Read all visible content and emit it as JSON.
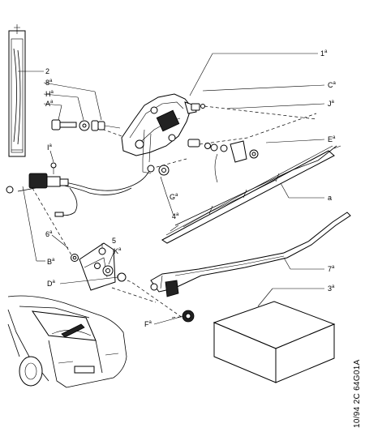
{
  "callouts": {
    "c1a": {
      "base": "1",
      "sup": "a"
    },
    "c2": {
      "base": "2",
      "sup": ""
    },
    "c3a": {
      "base": "3",
      "sup": "a"
    },
    "c4a": {
      "base": "4",
      "sup": "a"
    },
    "c5": {
      "base": "5",
      "sup": ""
    },
    "c6a": {
      "base": "6",
      "sup": "a"
    },
    "c7a": {
      "base": "7",
      "sup": "a"
    },
    "c8a": {
      "base": "8",
      "sup": "a"
    },
    "cA": {
      "base": "A",
      "sup": "a"
    },
    "cB": {
      "base": "B",
      "sup": "a"
    },
    "cC": {
      "base": "C",
      "sup": "a"
    },
    "cD": {
      "base": "D",
      "sup": "a"
    },
    "cE": {
      "base": "E",
      "sup": "a"
    },
    "cF": {
      "base": "F",
      "sup": "a"
    },
    "cG": {
      "base": "G",
      "sup": "a"
    },
    "cH": {
      "base": "H",
      "sup": "a"
    },
    "cI": {
      "base": "I",
      "sup": "a"
    },
    "cJ": {
      "base": "J",
      "sup": "a"
    },
    "cK": {
      "base": "K",
      "sup": "a"
    },
    "ca": {
      "base": "a",
      "sup": ""
    }
  },
  "reference_code": "10/94 2C 64G01A"
}
